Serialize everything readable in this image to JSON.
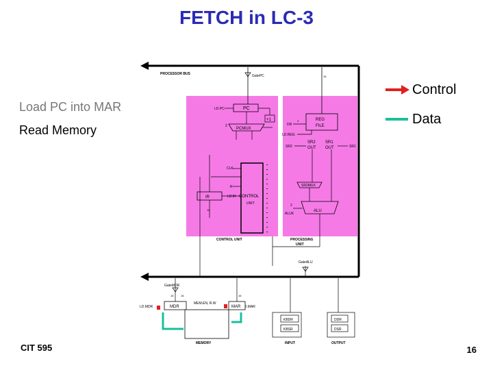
{
  "title": "FETCH in LC-3",
  "steps": [
    "Load PC into MAR",
    "Read Memory"
  ],
  "legend": {
    "control": "Control",
    "data": "Data"
  },
  "footer": {
    "course": "CIT 595",
    "page": "16"
  },
  "colors": {
    "highlight": "#f57ae6",
    "control": "#e02020",
    "data": "#1abf9a",
    "title": "#2b2bb5"
  },
  "diagram": {
    "processor_bus": "PROCESSOR BUS",
    "gate_pc": "GatePC",
    "pc": "PC",
    "ld_pc": "LD.PC",
    "plus_one": "+1",
    "pcmux": "PCMUX",
    "reg_file": [
      "REG",
      "FILE"
    ],
    "dr": "DR",
    "ld_reg": "LD.REG",
    "sr2": "SR2",
    "sr1": "SR1",
    "sr2_out": [
      "SR2",
      "OUT"
    ],
    "sr1_out": [
      "SR1",
      "OUT"
    ],
    "clk": "CLK",
    "r": "R",
    "ir": "IR",
    "ld_ir": "LD.IR",
    "control_unit_inner": [
      "CONTROL",
      "UNIT"
    ],
    "sr2mux": "SR2MUX",
    "aluk": "ALUK",
    "alu": "ALU",
    "control_unit_label": "CONTROL UNIT",
    "processing_unit_label": [
      "PROCESSING",
      "UNIT"
    ],
    "gate_alu": "GateALU",
    "gate_mdr": "GateMDR",
    "ld_mdr": "LD.MDR",
    "mdr": "MDR",
    "mem_en": "MEM.EN, R.W",
    "mar": "MAR",
    "ld_mar": "LD.MAR",
    "memory": "MEMORY",
    "kbdr": "KBDR",
    "kbsr": "KBSR",
    "ddr": "DDR",
    "dsr": "DSR",
    "input": "INPUT",
    "output": "OUTPUT",
    "bits_16": "16",
    "bits_3": "3",
    "bits_2": "2"
  }
}
